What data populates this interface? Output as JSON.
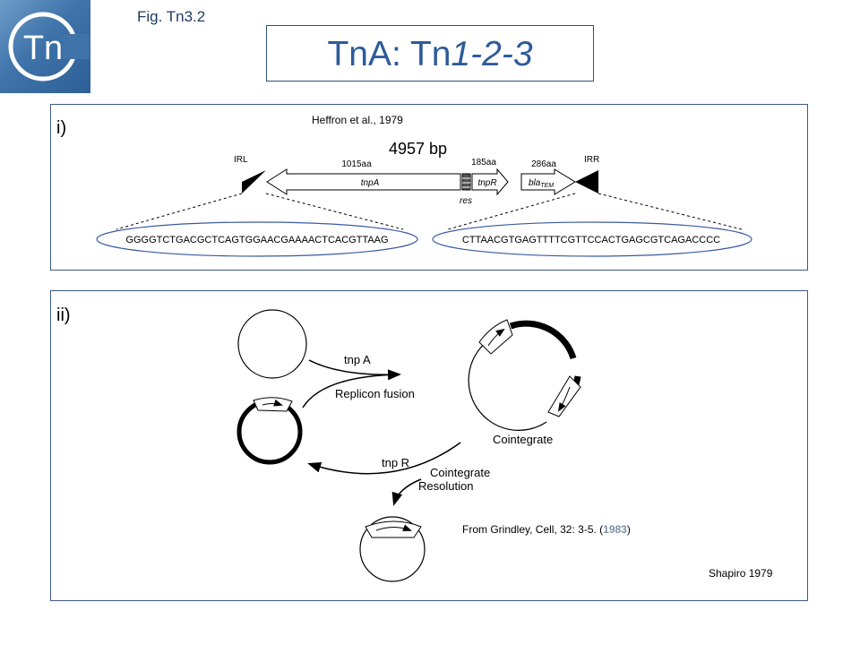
{
  "logo": {
    "text": "Tn"
  },
  "fig_label": "Fig. Tn3.2",
  "title": {
    "plain": "TnA: Tn",
    "italic": "1-2-3"
  },
  "panel_i": {
    "label": "i)",
    "reference": "Heffron et al., 1979",
    "size": "4957 bp",
    "irl": "IRL",
    "irr": "IRR",
    "tnpA_aa": "1015aa",
    "tnpR_aa": "185aa",
    "bla_aa": "286aa",
    "tnpA": "tnpA",
    "tnpR": "tnpR",
    "bla": "bla",
    "bla_sub": "TEM",
    "res": "res",
    "seq_left": "GGGGTCTGACGCTCAGTGGAACGAAAACTCACGTTAAG",
    "seq_right": "CTTAACGTGAGTTTTCGTTCCACTGAGCGTCAGACCCC"
  },
  "panel_ii": {
    "label": "ii)",
    "tnpA": "tnp A",
    "replicon_fusion": "Replicon fusion",
    "cointegrate": "Cointegrate",
    "tnpR": "tnp R",
    "resolution_line1": "Cointegrate",
    "resolution_line2": "Resolution",
    "citation_prefix": "From Grindley, Cell, 32: 3-5. (",
    "citation_year": "1983",
    "citation_suffix": ")",
    "shapiro": "Shapiro 1979"
  }
}
